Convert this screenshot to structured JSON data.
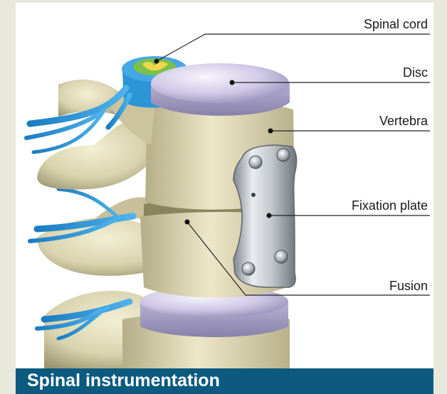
{
  "figure": {
    "title": "Spinal instrumentation",
    "labels": {
      "spinal_cord": "Spinal cord",
      "disc": "Disc",
      "vertebra": "Vertebra",
      "fixation_plate": "Fixation plate",
      "fusion": "Fusion"
    }
  },
  "colors": {
    "background": "#e9e8dc",
    "title_bar": "#0c5a7f",
    "title_text": "#ffffff",
    "bone": "#d8d2ad",
    "disc": "#c9c3e3",
    "nerve": "#2b95d6",
    "plate": "#b9bec4"
  }
}
